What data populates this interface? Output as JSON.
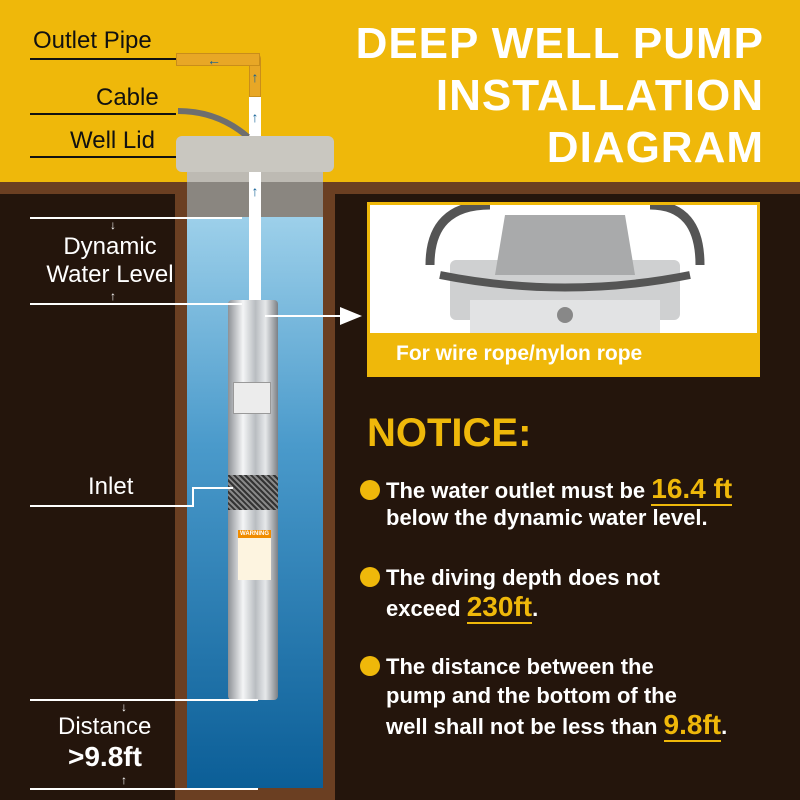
{
  "title": [
    "DEEP WELL PUMP",
    "INSTALLATION",
    "DIAGRAM"
  ],
  "labels": {
    "outlet_pipe": "Outlet Pipe",
    "cable": "Cable",
    "well_lid": "Well Lid",
    "dynamic_water_level": [
      "Dynamic",
      "Water Level"
    ],
    "inlet": "Inlet",
    "distance": "Distance",
    "distance_value": ">9.8ft"
  },
  "pump": {
    "warning_label": "WARNING"
  },
  "detail_photo": {
    "caption": "For wire rope/nylon rope"
  },
  "notice": {
    "heading": "NOTICE:",
    "items": [
      {
        "text1": "The water outlet must be ",
        "highlight": "16.4 ft",
        "text2": "below the dynamic water level."
      },
      {
        "text1": "The diving depth does not",
        "text2": "exceed ",
        "highlight": "230ft",
        "text3": "."
      },
      {
        "text1": "The distance between the",
        "text2": "pump and the bottom of the",
        "text3": "well shall not be less than ",
        "highlight": "9.8ft",
        "text4": "."
      }
    ]
  },
  "colors": {
    "accent": "#efb80a",
    "background": "#24150c",
    "soil": "#6b3f22",
    "flow_arrow": "#0f5f95"
  }
}
